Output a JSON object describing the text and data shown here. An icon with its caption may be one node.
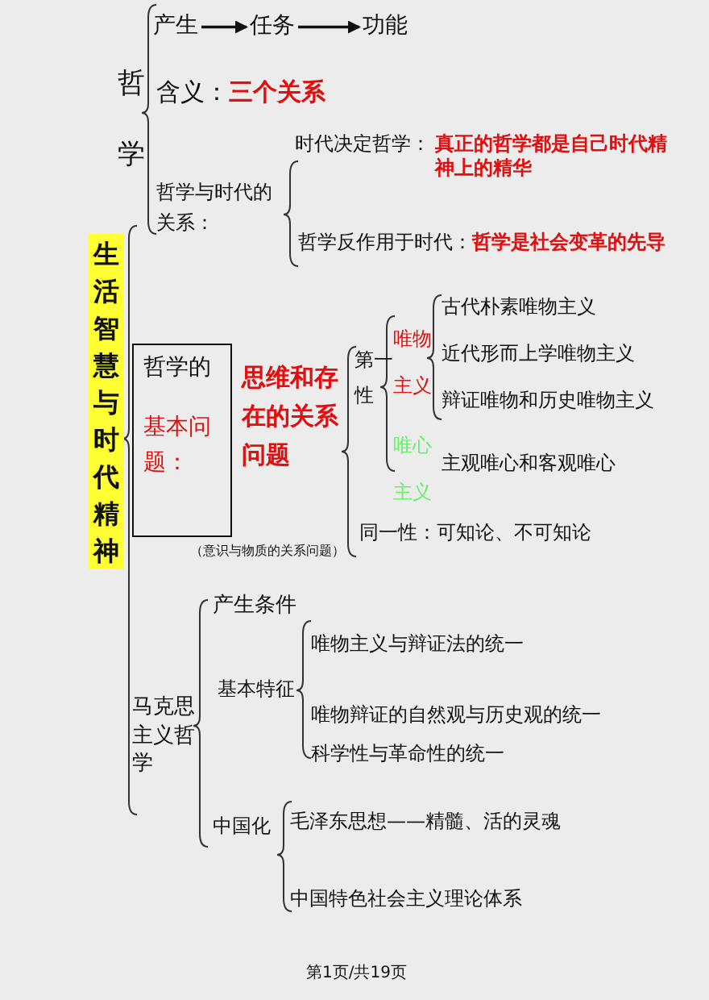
{
  "diagram": {
    "nodes": [
      {
        "text": [
          "生活智慧与时代精神"
        ]
      },
      {
        "text": [
          "产生"
        ]
      },
      {
        "text": [
          "任务"
        ]
      },
      {
        "text": [
          "功能"
        ]
      },
      {
        "text": [
          "哲学的",
          "基本问题："
        ]
      }
    ],
    "edges": [
      {
        "from": 1,
        "to": 2,
        "arrow": "to"
      },
      {
        "from": 2,
        "to": 3,
        "arrow": "to"
      }
    ],
    "labels": [
      "哲学",
      "含义：",
      "三个关系",
      "哲学与时代的关系：",
      "时代决定哲学：",
      "真正的哲学都是自己时代精神上的精华",
      "哲学反作用于时代：",
      "哲学是社会变革的先导",
      "思维和存在的关系问题",
      "（意识与物质的关系问题）",
      "第一性",
      "唯物主义",
      "唯心主义",
      "古代朴素唯物主义",
      "近代形而上学唯物主义",
      "辩证唯物和历史唯物主义",
      "主观唯心和客观唯心",
      "同一性：可知论、不可知论",
      "马克思主义哲学",
      "产生条件",
      "基本特征",
      "唯物主义与辩证法的统一",
      "唯物辩证的自然观与历史观的统一",
      "科学性与革命性的统一",
      "中国化",
      "毛泽东思想——精髓、活的灵魂",
      "中国特色社会主义理论体系",
      "第1页/共19页"
    ]
  }
}
